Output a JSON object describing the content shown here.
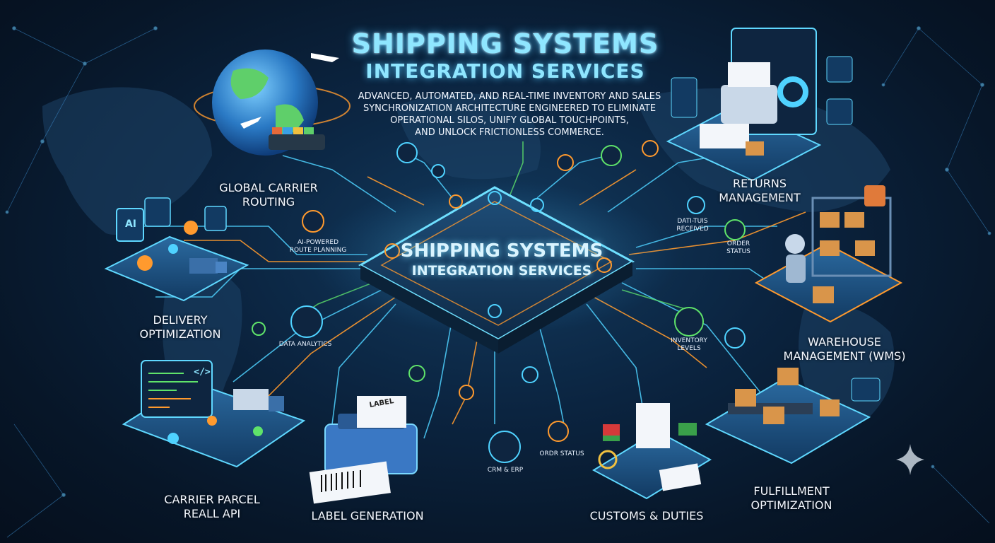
{
  "title": {
    "line1": "SHIPPING SYSTEMS",
    "line2": "INTEGRATION SERVICES"
  },
  "description": "ADVANCED, AUTOMATED, AND REAL-TIME INVENTORY AND SALES\nSYNCHRONIZATION ARCHITECTURE ENGINEERED TO ELIMINATE\nOPERATIONAL SILOS, UNIFY GLOBAL TOUCHPOINTS,\nAND UNLOCK FRICTIONLESS COMMERCE.",
  "hub": {
    "line1": "SHIPPING SYSTEMS",
    "line2": "INTEGRATION SERVICES"
  },
  "nodes": {
    "global_carrier": "GLOBAL CARRIER\nROUTING",
    "delivery": "DELIVERY\nOPTIMIZATION",
    "carrier_parcel": "CARRIER PARCEL\nREALL API",
    "label_generation": "LABEL GENERATION",
    "customs": "CUSTOMS & DUTIES",
    "fulfillment": "FULFILLMENT\nOPTIMIZATION",
    "warehouse": "WAREHOUSE\nMANAGEMENT (WMS)",
    "returns": "RETURNS\nMANAGEMENT"
  },
  "small_labels": {
    "ai_route": "AI-POWERED\nROUTE PLANNING",
    "data_analytics": "DATA ANALYTICS",
    "crm_erp": "CRM & ERP",
    "ordr_status_bottom": "ORDR STATUS",
    "inventory_levels": "INVENTORY\nLEVELS",
    "data_received": "DATI-TUIS\nRECEIVED",
    "order_status_right": "ORDER\nSTATUS"
  },
  "icons": {
    "ai_badge": "AI",
    "code_badge": "</>",
    "label_sheet": "LABEL"
  },
  "colors": {
    "accent_cyan": "#4fd2ff",
    "accent_orange": "#ff9a2e",
    "accent_green": "#5fe36a",
    "background": "#0b2440"
  }
}
